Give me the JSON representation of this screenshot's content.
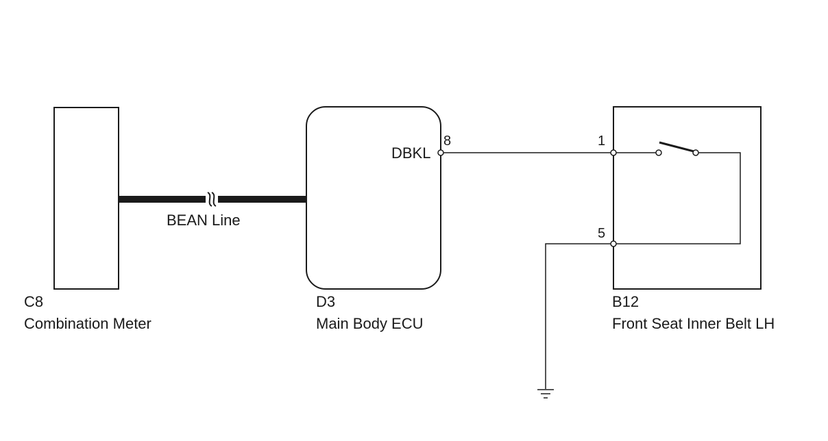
{
  "components": {
    "combination_meter": {
      "code": "C8",
      "name": "Combination Meter"
    },
    "main_body_ecu": {
      "code": "D3",
      "name": "Main Body ECU",
      "terminal_name": "DBKL",
      "terminal_pin": "8"
    },
    "front_seat_inner_belt": {
      "code": "B12",
      "name": "Front Seat Inner Belt LH",
      "pin_top": "1",
      "pin_bottom": "5"
    }
  },
  "wires": {
    "bean_label": "BEAN Line"
  },
  "colors": {
    "line": "#1a1a1a",
    "background": "#ffffff"
  }
}
